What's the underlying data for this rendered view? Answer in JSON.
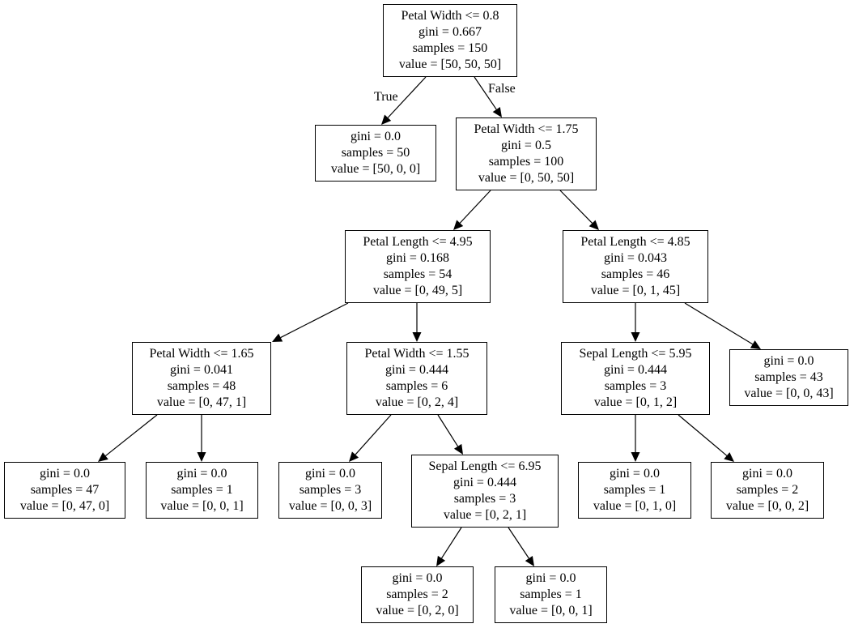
{
  "nodes": [
    {
      "id": "n0",
      "lines": [
        "Petal Width <= 0.8",
        "gini = 0.667",
        "samples = 150",
        "value = [50, 50, 50]"
      ]
    },
    {
      "id": "n1",
      "lines": [
        "gini = 0.0",
        "samples = 50",
        "value = [50, 0, 0]"
      ]
    },
    {
      "id": "n2",
      "lines": [
        "Petal Width <= 1.75",
        "gini = 0.5",
        "samples = 100",
        "value = [0, 50, 50]"
      ]
    },
    {
      "id": "n3",
      "lines": [
        "Petal Length <= 4.95",
        "gini = 0.168",
        "samples = 54",
        "value = [0, 49, 5]"
      ]
    },
    {
      "id": "n4",
      "lines": [
        "Petal Length <= 4.85",
        "gini = 0.043",
        "samples = 46",
        "value = [0, 1, 45]"
      ]
    },
    {
      "id": "n5",
      "lines": [
        "Petal Width <= 1.65",
        "gini = 0.041",
        "samples = 48",
        "value = [0, 47, 1]"
      ]
    },
    {
      "id": "n6",
      "lines": [
        "Petal Width <= 1.55",
        "gini = 0.444",
        "samples = 6",
        "value = [0, 2, 4]"
      ]
    },
    {
      "id": "n7",
      "lines": [
        "Sepal Length <= 5.95",
        "gini = 0.444",
        "samples = 3",
        "value = [0, 1, 2]"
      ]
    },
    {
      "id": "n8",
      "lines": [
        "gini = 0.0",
        "samples = 43",
        "value = [0, 0, 43]"
      ]
    },
    {
      "id": "n9",
      "lines": [
        "gini = 0.0",
        "samples = 47",
        "value = [0, 47, 0]"
      ]
    },
    {
      "id": "n10",
      "lines": [
        "gini = 0.0",
        "samples = 1",
        "value = [0, 0, 1]"
      ]
    },
    {
      "id": "n11",
      "lines": [
        "gini = 0.0",
        "samples = 3",
        "value = [0, 0, 3]"
      ]
    },
    {
      "id": "n12",
      "lines": [
        "Sepal Length <= 6.95",
        "gini = 0.444",
        "samples = 3",
        "value = [0, 2, 1]"
      ]
    },
    {
      "id": "n13",
      "lines": [
        "gini = 0.0",
        "samples = 1",
        "value = [0, 1, 0]"
      ]
    },
    {
      "id": "n14",
      "lines": [
        "gini = 0.0",
        "samples = 2",
        "value = [0, 0, 2]"
      ]
    },
    {
      "id": "n15",
      "lines": [
        "gini = 0.0",
        "samples = 2",
        "value = [0, 2, 0]"
      ]
    },
    {
      "id": "n16",
      "lines": [
        "gini = 0.0",
        "samples = 1",
        "value = [0, 0, 1]"
      ]
    }
  ],
  "edges": [
    {
      "from": "n0",
      "to": "n1",
      "label": "True"
    },
    {
      "from": "n0",
      "to": "n2",
      "label": "False"
    },
    {
      "from": "n2",
      "to": "n3"
    },
    {
      "from": "n2",
      "to": "n4"
    },
    {
      "from": "n3",
      "to": "n5"
    },
    {
      "from": "n3",
      "to": "n6"
    },
    {
      "from": "n4",
      "to": "n7"
    },
    {
      "from": "n4",
      "to": "n8"
    },
    {
      "from": "n5",
      "to": "n9"
    },
    {
      "from": "n5",
      "to": "n10"
    },
    {
      "from": "n6",
      "to": "n11"
    },
    {
      "from": "n6",
      "to": "n12"
    },
    {
      "from": "n7",
      "to": "n13"
    },
    {
      "from": "n7",
      "to": "n14"
    },
    {
      "from": "n12",
      "to": "n15"
    },
    {
      "from": "n12",
      "to": "n16"
    }
  ]
}
